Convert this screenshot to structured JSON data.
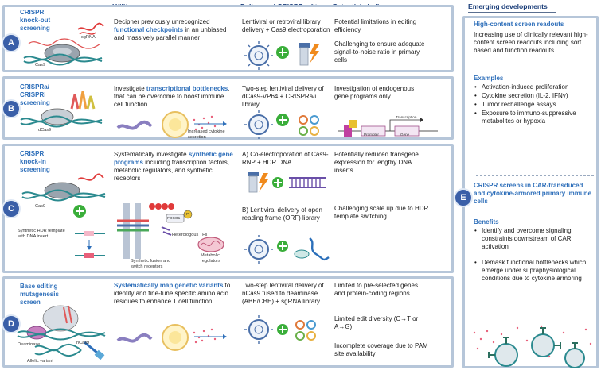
{
  "headers": {
    "utility": "Utility",
    "delivery": "Delivery of CRISPR editors",
    "challenges": "Potential challenges",
    "emerging": "Emerging developments"
  },
  "rows": [
    {
      "badge": "A",
      "title_line1": "CRISPR",
      "title_line2": "knock-out",
      "title_line3": "screening",
      "labels": {
        "sgrna": "sgRNA",
        "cas9": "Cas9"
      },
      "utility": {
        "pre": "Decipher previously unrecognized ",
        "highlight": "functional checkpoints",
        "post": " in an unbiased and massively parallel manner"
      },
      "delivery": "Lentiviral or retroviral library delivery + Cas9 electroporation",
      "challenges": [
        "Potential limitations in editing efficiency",
        "Challenging to ensure adequate signal-to-noise ratio in primary cells"
      ]
    },
    {
      "badge": "B",
      "title_line1": "CRISPRa/",
      "title_line2": "CRISPRi",
      "title_line3": "screening",
      "labels": {
        "dcas9": "dCas9",
        "cytokine": "Increased cytokine secretion",
        "promoter": "Promoter",
        "gene": "Gene",
        "transcription": "Transcription"
      },
      "utility": {
        "pre": "Investigate ",
        "highlight": "transcriptional bottlenecks",
        "post": ", that can be overcome to boost  immune cell function"
      },
      "delivery": "Two-step lentiviral delivery of dCas9-VP64 + CRISPRa/i library",
      "challenges": [
        "Investigation of endogenous gene programs only"
      ]
    },
    {
      "badge": "C",
      "title_line1": "CRISPR",
      "title_line2": "knock-in",
      "title_line3": "screening",
      "labels": {
        "cas9": "Cas9",
        "hdr": "Synthetic HDR template with DNA insert",
        "foxo1": "FOXO1",
        "p": "P",
        "heterologous": "Heterologous TFs",
        "synthetic_fusion": "Synthetic fusion and switch receptors",
        "metabolic": "Metabolic regulators"
      },
      "utility": {
        "pre": "Systematically investigate ",
        "highlight": "synthetic gene programs",
        "post": " including transcription factors, metabolic regulators, and synthetic receptors"
      },
      "delivery_a": "A) Co-electroporation of Cas9-RNP + HDR DNA",
      "delivery_b": "B) Lentiviral delivery of open reading frame (ORF) library",
      "challenges": [
        "Potentially reduced transgene expression  for lengthy DNA inserts",
        "Challenging scale up due to HDR template switching"
      ]
    },
    {
      "badge": "D",
      "title_line1": "Base editing",
      "title_line2": "mutagenesis",
      "title_line3": "screen",
      "labels": {
        "deaminase": "Deaminase",
        "ncas9": "nCas9",
        "allelic": "Allelic variant"
      },
      "utility": {
        "highlight": "Systematically map genetic variants",
        "post": " to identify and fine-tune specific amino acid residues to enhance T cell function"
      },
      "delivery": "Two-step lentiviral delivery of nCas9 fused to deaminase (ABE/CBE) + sgRNA library",
      "challenges": [
        "Limited to pre-selected genes and protein-coding regions",
        "Limited edit diversity (C→T or A→G)",
        "Incomplete coverage due to PAM site availability"
      ]
    }
  ],
  "emerging": {
    "badge": "E",
    "section1": {
      "title": "High-content screen readouts",
      "body": "Increasing use of clinically relevant high-content screen readouts including sort based and function readouts",
      "examples_title": "Examples",
      "examples": [
        "Activation-induced proliferation",
        "Cytokine secretion (IL-2, IFNγ)",
        "Tumor rechallenge assays",
        "Exposure to immuno-suppressive metabolites or hypoxia"
      ]
    },
    "section2": {
      "title": "CRISPR screens in CAR-transduced and cytokine-armored primary immune cells",
      "benefits_title": "Benefits",
      "benefits": [
        "Identify and overcome signaling constraints downstream of CAR activation",
        "Demask functional bottlenecks which emerge under supraphysiological conditions due to cytokine armoring"
      ]
    }
  },
  "colors": {
    "header": "#1c3f7a",
    "accent": "#2e6fba",
    "badge": "#3a5fa8",
    "panel_border": "#b6c6d9",
    "plus": "#3aae3a",
    "dna_teal": "#2b8a8f",
    "virus": "#4a6fa8",
    "lightning": "#f08a1c"
  },
  "icons": [
    "dna-icon",
    "virus-icon",
    "plus-icon",
    "electroporation-cuvette-icon",
    "lightning-icon",
    "plasmid-icon",
    "cell-icon",
    "t-cell-icon"
  ]
}
